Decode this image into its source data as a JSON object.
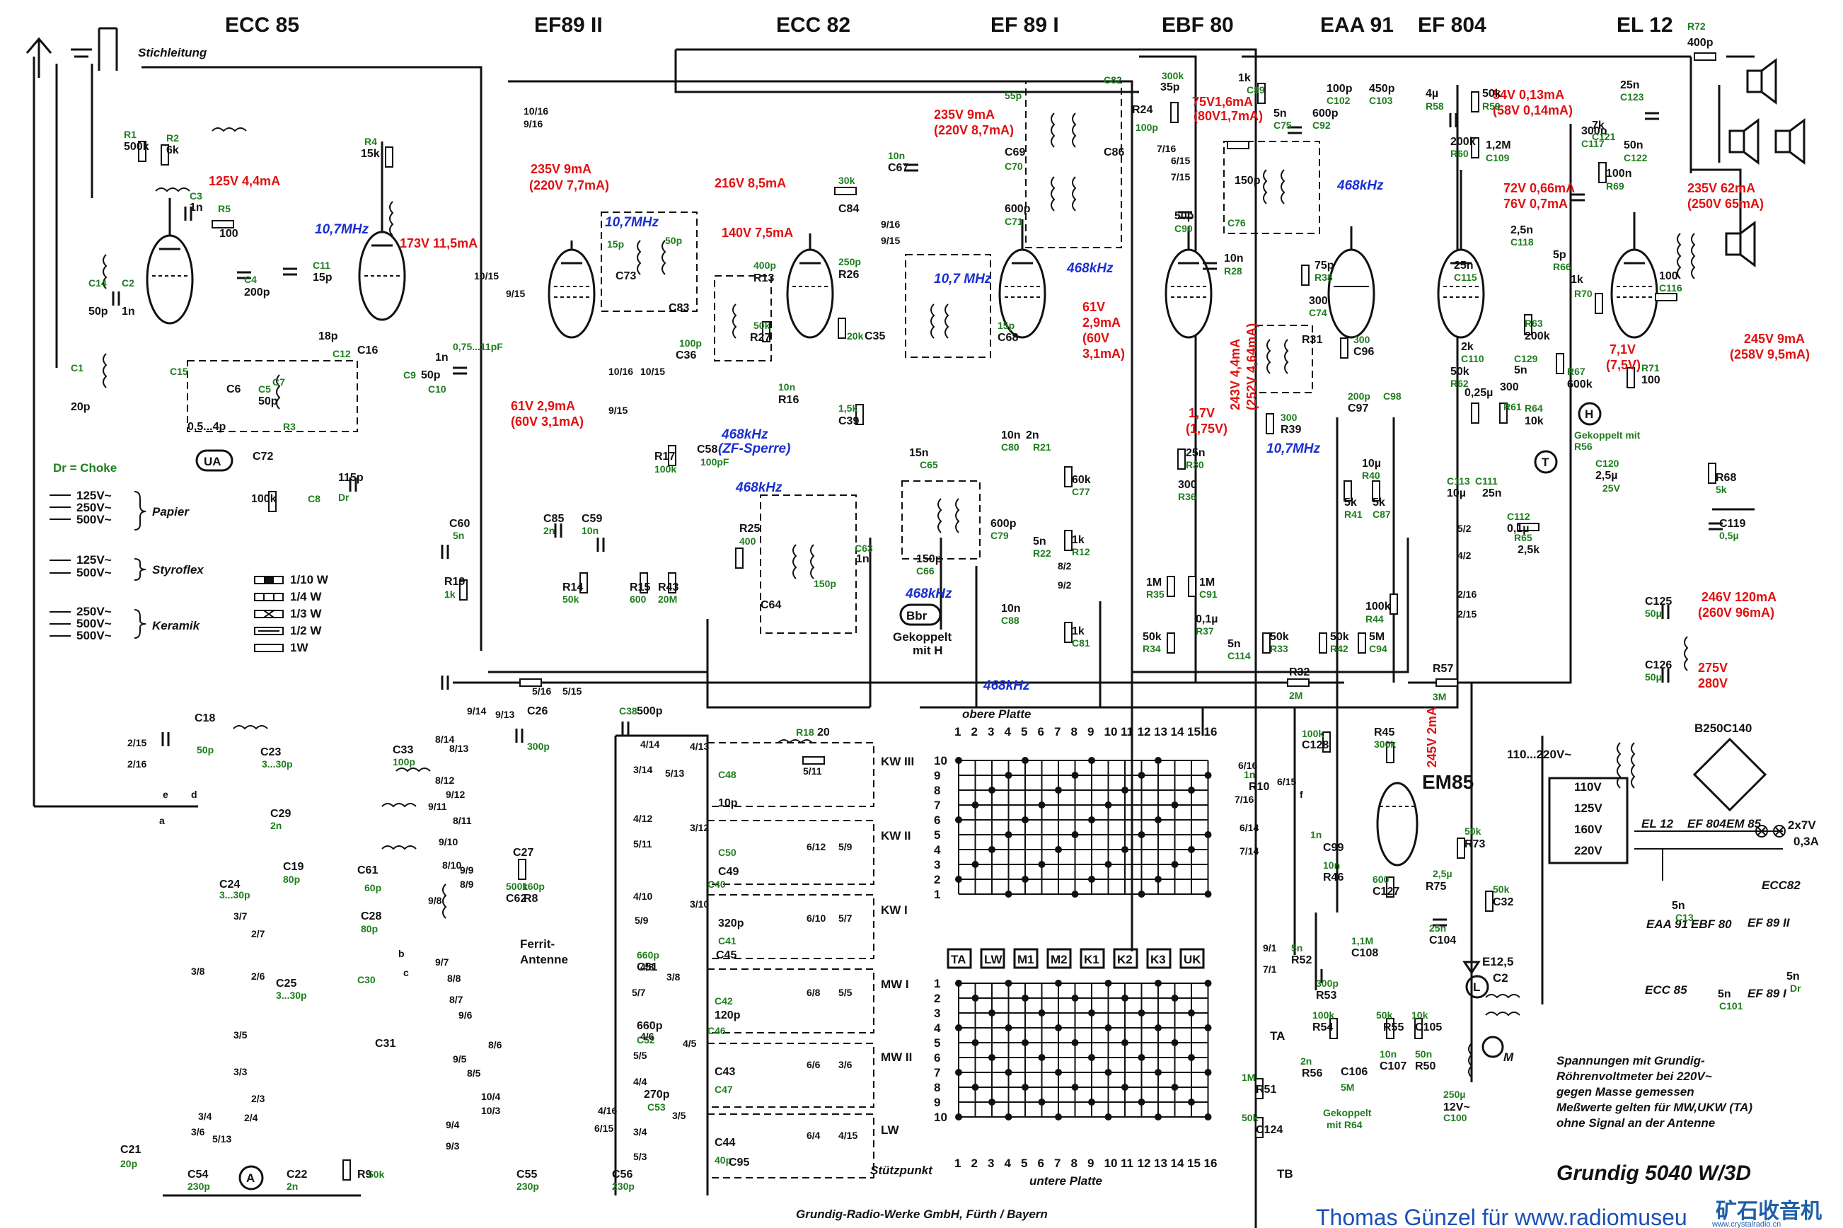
{
  "tube_headers": [
    "ECC 85",
    "EF89 II",
    "ECC 82",
    "EF 89 I",
    "EBF 80",
    "EAA 91",
    "EF 804",
    "EL 12"
  ],
  "top_left": {
    "stichleitung": "Stichleitung"
  },
  "red_notes": [
    "125V 4,4mA",
    "173V 11,5mA",
    "235V 9mA",
    "(220V 7,7mA)",
    "216V 8,5mA",
    "140V 7,5mA",
    "235V 9mA",
    "(220V 8,7mA)",
    "75V1,6mA",
    "(80V1,7mA)",
    "54V 0,13mA",
    "(58V 0,14mA)",
    "72V 0,66mA",
    "76V 0,7mA",
    "235V 62mA",
    "(250V 65mA)",
    "61V 2,9mA",
    "(60V 3,1mA)",
    "61V",
    "2,9mA",
    "(60V",
    "3,1mA)",
    "1,7V",
    "(1,75V)",
    "243V 4,4mA",
    "(252V 4,64mA)",
    "7,1V",
    "(7,5V)",
    "245V 9mA",
    "(258V 9,5mA)",
    "246V 120mA",
    "(260V 96mA)",
    "275V",
    "280V",
    "245V 2mA"
  ],
  "blue_notes": [
    "10,7MHz",
    "10,7MHz",
    "10,7 MHz",
    "468kHz",
    "468kHz",
    "468kHz",
    "(ZF-Sperre)",
    "468kHz",
    "468kHz",
    "10,7MHz",
    "468kHz"
  ],
  "component_labels": [
    "R1",
    "500k",
    "R2",
    "6k",
    "C3",
    "1n",
    "R5",
    "100",
    "C4",
    "200p",
    "R4",
    "15k",
    "C11",
    "15p",
    "C14",
    "50p",
    "C2",
    "1n",
    "C1",
    "20p",
    "C15",
    "C6",
    "C5",
    "50p",
    "C7",
    "18p",
    "C12",
    "C16",
    "C9",
    "50p",
    "C10",
    "1n",
    "0,75...11pF",
    "0,5...4p",
    "R3",
    "100k",
    "C8",
    "115p",
    "Dr",
    "C72",
    "15p",
    "C73",
    "50p",
    "C83",
    "400p",
    "R13",
    "30k",
    "C84",
    "250p",
    "R26",
    "50k",
    "R27",
    "20k",
    "C35",
    "100p",
    "C36",
    "10n",
    "R16",
    "1,5k",
    "C39",
    "10n",
    "C67",
    "15p",
    "C68",
    "55p",
    "C69",
    "C70",
    "600p",
    "C71",
    "C86",
    "100p",
    "R24",
    "300k",
    "35p",
    "C82",
    "15n",
    "C65",
    "150p",
    "C66",
    "600p",
    "C79",
    "10n",
    "C80",
    "2n",
    "R21",
    "60k",
    "C77",
    "5n",
    "R22",
    "1k",
    "R12",
    "1k",
    "C81",
    "10n",
    "C88",
    "50p",
    "C90",
    "10n",
    "R28",
    "1k",
    "C89",
    "5n",
    "C75",
    "150p",
    "C76",
    "600p",
    "C92",
    "100p",
    "C102",
    "450p",
    "C103",
    "75p",
    "R38",
    "300",
    "C74",
    "R31",
    "300",
    "R39",
    "300",
    "C96",
    "200p",
    "C97",
    "C98",
    "10µ",
    "R40",
    "5k",
    "R41",
    "5k",
    "C87",
    "25n",
    "R30",
    "300",
    "R36",
    "1M",
    "R35",
    "1M",
    "C91",
    "0,1µ",
    "R37",
    "50k",
    "R34",
    "50k",
    "R33",
    "50k",
    "R42",
    "100k",
    "R44",
    "5M",
    "C94",
    "5n",
    "C114",
    "4µ",
    "R58",
    "50k",
    "R59",
    "200k",
    "R60",
    "1,2M",
    "C109",
    "25n",
    "C115",
    "2,5n",
    "C118",
    "5p",
    "R66",
    "1k",
    "R70",
    "100",
    "C116",
    "300p",
    "C117",
    "100n",
    "R69",
    "7k",
    "C121",
    "50n",
    "C122",
    "25n",
    "C123",
    "400p",
    "R72",
    "50k",
    "R62",
    "2k",
    "C110",
    "0,25µ",
    "R61",
    "300",
    "R63",
    "200k",
    "C129",
    "5n",
    "R67",
    "600k",
    "R71",
    "100",
    "C113",
    "10µ",
    "C111",
    "25n",
    "R64",
    "10k",
    "C112",
    "0,1µ",
    "R65",
    "2,5k",
    "C120",
    "2,5µ",
    "25V",
    "R68",
    "5k",
    "C119",
    "0,5µ",
    "C125",
    "50µ",
    "C126",
    "50µ",
    "R57",
    "3M",
    "R32",
    "2M",
    "R45",
    "300k",
    "C60",
    "5n",
    "R19",
    "1k",
    "C85",
    "2n",
    "C59",
    "10n",
    "R14",
    "50k",
    "R15",
    "600",
    "R43",
    "20M",
    "R17",
    "100k",
    "C58",
    "100pF",
    "R25",
    "400",
    "C64",
    "C63",
    "1n",
    "150p",
    "C18",
    "50p",
    "C23",
    "3...30p",
    "C29",
    "2n",
    "C19",
    "80p",
    "C24",
    "3...30p",
    "C25",
    "3...30p",
    "C21",
    "20p",
    "C54",
    "230p",
    "C22",
    "2n",
    "R9",
    "50k",
    "C55",
    "230p",
    "C56",
    "230p",
    "C26",
    "300p",
    "C33",
    "100p",
    "C27",
    "160p",
    "R8",
    "500k",
    "C62",
    "60p",
    "C28",
    "80p",
    "C61",
    "C30",
    "C31",
    "C38",
    "500p",
    "R18",
    "20",
    "C48",
    "10p",
    "C50",
    "C49",
    "C40",
    "320p",
    "C41",
    "C45",
    "660p",
    "C51",
    "C42",
    "120p",
    "C46",
    "660p",
    "C52",
    "C43",
    "C47",
    "270p",
    "C53",
    "C44",
    "40p",
    "C95",
    "1n",
    "R10",
    "100k",
    "C128",
    "1n",
    "C99",
    "10n",
    "R46",
    "600",
    "C127",
    "2,5µ",
    "R75",
    "50k",
    "R73",
    "50k",
    "C32",
    "5n",
    "R52",
    "1,1M",
    "C108",
    "25n",
    "C104",
    "300p",
    "R53",
    "100k",
    "R54",
    "50k",
    "R55",
    "10k",
    "C105",
    "2n",
    "R56",
    "5M",
    "C106",
    "10n",
    "C107",
    "50n",
    "R50",
    "1M",
    "R51",
    "50k",
    "C124",
    "250µ",
    "12V~",
    "C100",
    "5n",
    "C13",
    "5n",
    "C101",
    "5n",
    "Dr"
  ],
  "pin_labels": [
    "10/16",
    "9/16",
    "10/15",
    "9/15",
    "10/16",
    "10/15",
    "9/15",
    "9/16",
    "9/15",
    "7/16",
    "6/15",
    "7/15",
    "8/2",
    "9/2",
    "5/2",
    "4/2",
    "2/16",
    "2/15",
    "6/16",
    "7/16",
    "6/15",
    "6/14",
    "7/14",
    "9/1",
    "7/1",
    "5/16",
    "5/15",
    "2/15",
    "2/16",
    "9/14",
    "9/13",
    "8/14",
    "8/13",
    "8/12",
    "9/12",
    "9/11",
    "8/11",
    "9/10",
    "8/10",
    "9/9",
    "8/9",
    "9/8",
    "9/7",
    "8/8",
    "8/7",
    "9/6",
    "8/6",
    "9/5",
    "8/5",
    "10/4",
    "10/3",
    "9/4",
    "9/3",
    "3/7",
    "2/7",
    "3/8",
    "2/6",
    "3/5",
    "3/3",
    "2/3",
    "2/4",
    "3/4",
    "3/6",
    "5/13",
    "4/14",
    "4/13",
    "3/14",
    "5/13",
    "5/11",
    "4/12",
    "3/12",
    "5/11",
    "6/12",
    "5/9",
    "4/10",
    "3/10",
    "5/9",
    "6/10",
    "5/7",
    "4/8",
    "3/8",
    "5/7",
    "6/8",
    "5/5",
    "4/6",
    "4/5",
    "5/5",
    "6/6",
    "3/6",
    "4/4",
    "3/5",
    "3/4",
    "5/3",
    "6/4",
    "4/15",
    "4/16",
    "6/15",
    "f",
    "e",
    "d",
    "a",
    "b",
    "c"
  ],
  "legend": {
    "choke": "Dr = Choke",
    "papier": [
      "125V~",
      "250V~",
      "500V~"
    ],
    "papier_label": "Papier",
    "styroflex": [
      "125V~",
      "500V~"
    ],
    "styroflex_label": "Styroflex",
    "keramik": [
      "250V~",
      "500V~",
      "500V~"
    ],
    "keramik_label": "Keramik",
    "watts": [
      "1/10 W",
      "1/4 W",
      "1/3 W",
      "1/2 W",
      "1W"
    ]
  },
  "circled_markers": [
    "UA",
    "Bbr",
    "A",
    "H",
    "T",
    "L"
  ],
  "coil_notes": {
    "gekoppelt_h": "Gekoppelt mit H",
    "gekoppelt_r56": "Gekoppelt mit R56",
    "gekoppelt_r64": "Gekoppelt mit R64",
    "ferrit": "Ferrit-Antenne"
  },
  "switch_matrix": {
    "top_title": "obere Platte",
    "bottom_title": "untere Platte",
    "stuetzpunkt": "Stützpunkt",
    "columns": [
      "1",
      "2",
      "3",
      "4",
      "5",
      "6",
      "7",
      "8",
      "9",
      "10",
      "11",
      "12",
      "13",
      "14",
      "15",
      "16"
    ],
    "rows": [
      "10",
      "9",
      "8",
      "7",
      "6",
      "5",
      "4",
      "3",
      "2",
      "1"
    ],
    "bottom_rows": [
      "1",
      "2",
      "3",
      "4",
      "5",
      "6",
      "7",
      "8",
      "9",
      "10"
    ],
    "buttons": [
      "TA",
      "LW",
      "M1",
      "M2",
      "K1",
      "K2",
      "K3",
      "UK"
    ],
    "bands": [
      "KW III",
      "KW II",
      "KW I",
      "MW I",
      "MW II",
      "LW"
    ]
  },
  "power_supply": {
    "rectifier": "B250C140",
    "mains": "110...220V~",
    "taps": [
      "110V",
      "125V",
      "160V",
      "220V"
    ],
    "lamps": "2x7V",
    "lamp_current": "0,3A",
    "heater_labels": [
      "EL 12",
      "EF 804",
      "EM 85"
    ],
    "heater_labels_2": [
      "EAA 91",
      "EBF 80",
      "ECC82",
      "EF 89 II",
      "ECC 85",
      "EF 89 I"
    ],
    "e12": "E12,5",
    "c2": "C2",
    "m": "M",
    "em85": "EM85",
    "ta": "TA",
    "tb": "TB"
  },
  "footer": {
    "notes": [
      "Spannungen mit Grundig-",
      "Röhrenvoltmeter bei 220V~",
      "gegen Masse gemessen",
      "Meßwerte gelten für MW,UKW (TA)",
      "ohne Signal an der Antenne"
    ],
    "model": "Grundig 5040 W/3D",
    "manufacturer": "Grundig-Radio-Werke GmbH, Fürth / Bayern",
    "credit": "Thomas Günzel für www.radiomuseu",
    "logo": "矿石收音机",
    "logo_url": "www.crystalradio.cn"
  },
  "colors": {
    "red": "#e01010",
    "blue": "#1a2fd0",
    "green": "#1e7d1e",
    "credit_blue": "#1a4fb5",
    "logo_blue": "#1f5fa8"
  }
}
